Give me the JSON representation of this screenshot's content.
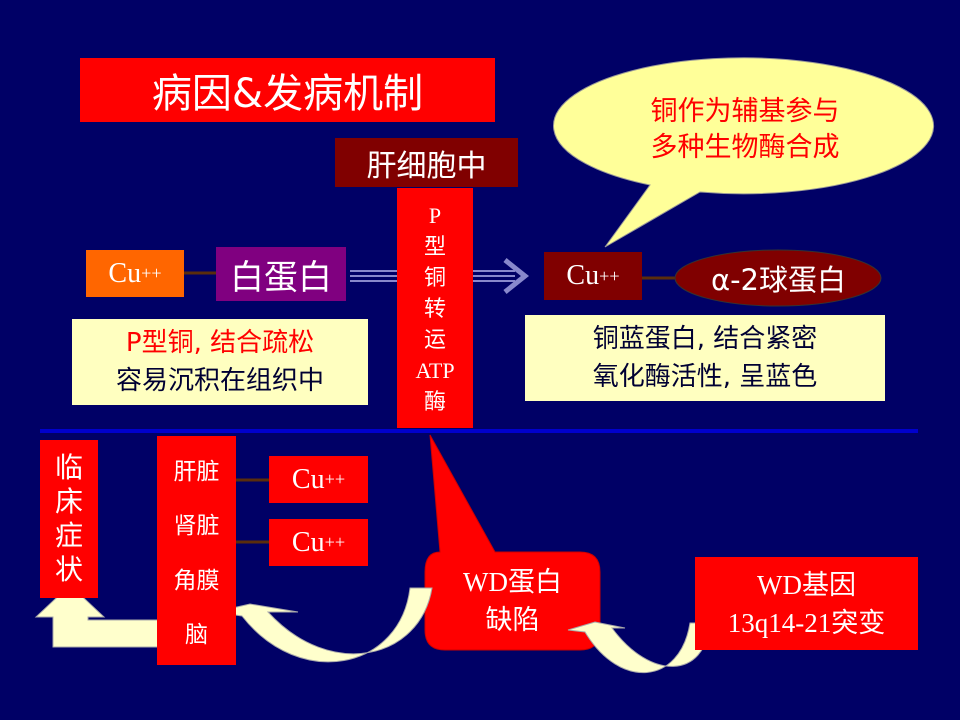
{
  "title": "病因&发病机制",
  "location_label": "肝细胞中",
  "bubble": {
    "line1": "铜作为辅基参与",
    "line2": "多种生物酶合成"
  },
  "cu_symbol": "Cu",
  "cu_charge": "++",
  "albumin": "白蛋白",
  "atpase": [
    "P",
    "型",
    "铜",
    "转",
    "运",
    "ATP",
    "酶"
  ],
  "alpha_globulin": "α-2球蛋白",
  "note_left": {
    "line1": "P型铜, 结合疏松",
    "line2": "容易沉积在组织中"
  },
  "note_right": {
    "line1": "铜蓝蛋白, 结合紧密",
    "line2": "氧化酶活性, 呈蓝色"
  },
  "symptoms": [
    "临",
    "床",
    "症",
    "状"
  ],
  "organs": [
    "肝脏",
    "肾脏",
    "角膜",
    "脑"
  ],
  "wd_protein": {
    "line1": "WD蛋白",
    "line2": "缺陷"
  },
  "wd_gene": {
    "line1": "WD基因",
    "line2": "13q14-21突变"
  },
  "colors": {
    "background": "#000066",
    "red": "#ff0000",
    "dark_red": "#800000",
    "purple": "#800080",
    "orange": "#ff6600",
    "yellow": "#ffffc0",
    "cream_arrow": "#ffffcc"
  }
}
